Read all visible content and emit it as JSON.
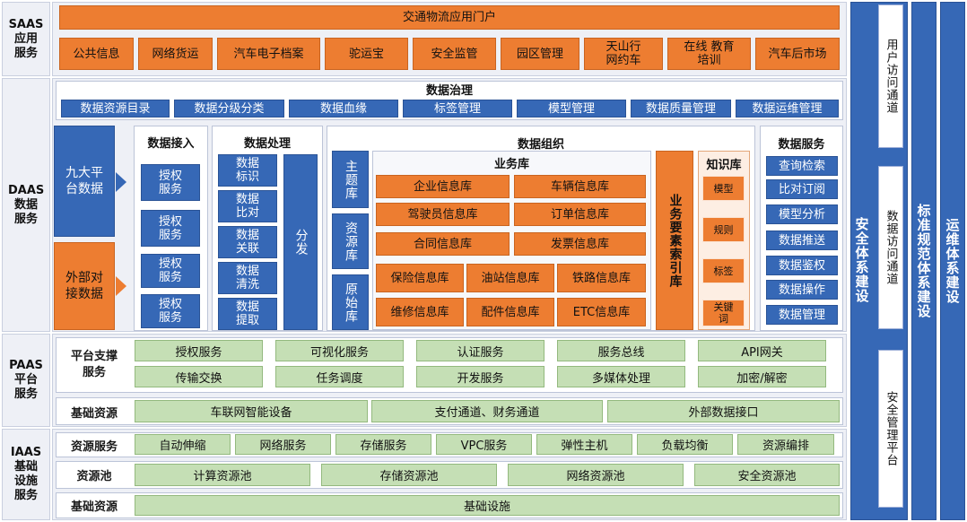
{
  "layers": {
    "saas": "SAAS 应用 服务",
    "daas": "DAAS 数据 服务",
    "paas": "PAAS 平台 服务",
    "iaas": "IAAS 基础 设施 服务"
  },
  "saas": {
    "portal": "交通物流应用门户",
    "apps": [
      "公共信息",
      "网络货运",
      "汽车电子档案",
      "驼运宝",
      "安全监管",
      "园区管理",
      "天山行 网约车",
      "在线 教育培训",
      "汽车后市场"
    ]
  },
  "governance": {
    "title": "数据治理",
    "items": [
      "数据资源目录",
      "数据分级分类",
      "数据血缘",
      "标签管理",
      "模型管理",
      "数据质量管理",
      "数据运维管理"
    ]
  },
  "sources": {
    "platform": "九大平 台数据",
    "external": "外部对 接数据"
  },
  "ingest": {
    "title": "数据接入",
    "items": [
      "授权 服务",
      "授权 服务",
      "授权 服务",
      "授权 服务"
    ]
  },
  "processing": {
    "title": "数据处理",
    "items": [
      "数据 标识",
      "数据 比对",
      "数据 关联",
      "数据 清洗",
      "数据 提取"
    ],
    "distribute": "分发"
  },
  "organization": {
    "title": "数据组织",
    "libs": [
      "主题库",
      "资源库",
      "原始库"
    ],
    "business_title": "业务库",
    "business_row2": [
      "企业信息库",
      "车辆信息库",
      "驾驶员信息库",
      "订单信息库",
      "合同信息库",
      "发票信息库"
    ],
    "business_row3": [
      "保险信息库",
      "油站信息库",
      "铁路信息库",
      "维修信息库",
      "配件信息库",
      "ETC信息库"
    ],
    "element_index": "业务要素索引库",
    "knowledge_title": "知识库",
    "knowledge": [
      "模型",
      "规则",
      "标签",
      "关键词"
    ]
  },
  "data_services": {
    "title": "数据服务",
    "items": [
      "查询检索",
      "比对订阅",
      "模型分析",
      "数据推送",
      "数据鉴权",
      "数据操作",
      "数据管理"
    ]
  },
  "paas": {
    "support_label": "平台支撑 服务",
    "row1": [
      "授权服务",
      "可视化服务",
      "认证服务",
      "服务总线",
      "API网关"
    ],
    "row2": [
      "传输交换",
      "任务调度",
      "开发服务",
      "多媒体处理",
      "加密/解密"
    ],
    "base_label": "基础资源",
    "base": [
      "车联网智能设备",
      "支付通道、财务通道",
      "外部数据接口"
    ]
  },
  "iaas": {
    "res_service_label": "资源服务",
    "res_services": [
      "自动伸缩",
      "网络服务",
      "存储服务",
      "VPC服务",
      "弹性主机",
      "负载均衡",
      "资源编排"
    ],
    "pool_label": "资源池",
    "pools": [
      "计算资源池",
      "存储资源池",
      "网络资源池",
      "安全资源池"
    ],
    "base_label": "基础资源",
    "base": "基础设施"
  },
  "right": {
    "security": "安全体系建设",
    "user_access": "用户访问通道",
    "data_access": "数据访问通道",
    "security_platform": "安全管理平台",
    "standards": "标准规范体系建设",
    "ops": "运维体系建设"
  }
}
